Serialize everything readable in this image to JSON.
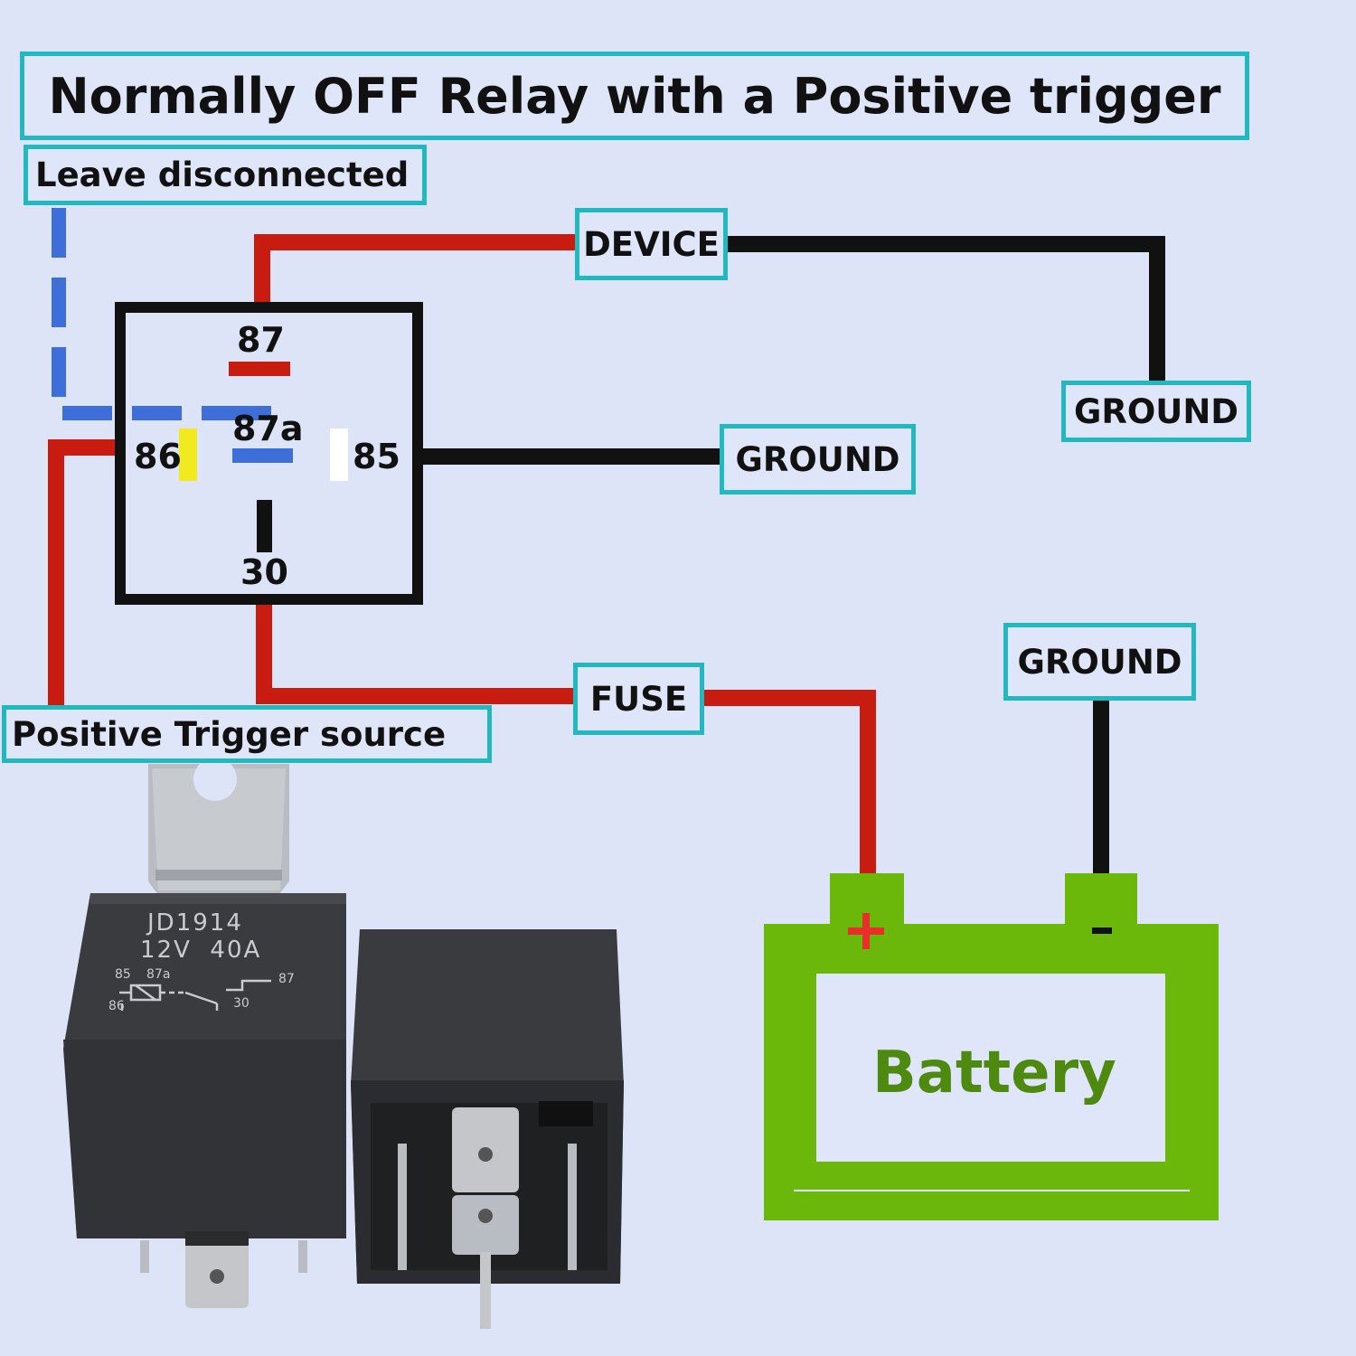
{
  "title": "Normally OFF Relay with a Positive trigger",
  "labels": {
    "leave_disconnected": "Leave disconnected",
    "device": "DEVICE",
    "ground_right": "GROUND",
    "ground_mid": "GROUND",
    "ground_battery": "GROUND",
    "fuse": "FUSE",
    "positive_trigger": "Positive Trigger source"
  },
  "relay_pins": {
    "p87": "87",
    "p87a": "87a",
    "p86": "86",
    "p85": "85",
    "p30": "30"
  },
  "relay_photo": {
    "model": "JD1914",
    "rating": "12V  40A",
    "schematic": {
      "p85": "85",
      "p87a": "87a",
      "p87": "87",
      "p86": "86",
      "p30": "30"
    }
  },
  "battery": {
    "label": "Battery",
    "plus": "+",
    "minus": "-"
  },
  "colors": {
    "background": "#dde4f8",
    "label_border": "#22b8c0",
    "wire_positive": "#c81c10",
    "wire_ground": "#111111",
    "wire_disconnected": "#3e6fd8",
    "battery": "#6cb80a",
    "battery_text": "#4f8a10",
    "pin_86_marker": "#f2ea20",
    "pin_85_marker": "#ffffff"
  }
}
